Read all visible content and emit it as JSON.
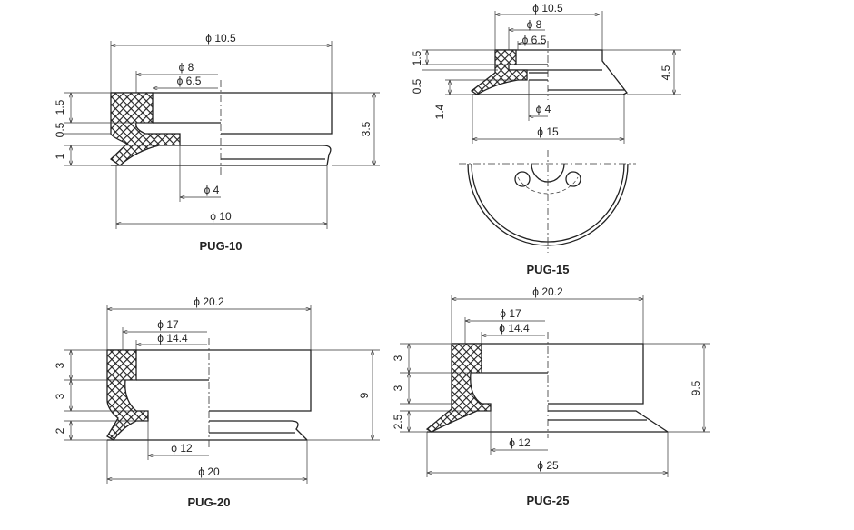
{
  "pug10": {
    "title": "PUG-10",
    "d_outer": "ϕ 10.5",
    "d_8": "ϕ 8",
    "d_65": "ϕ 6.5",
    "d_4": "ϕ 4",
    "d_10": "ϕ 10",
    "h_total": "3.5",
    "h_15": "1.5",
    "h_05": "0.5",
    "h_1": "1"
  },
  "pug15": {
    "title": "PUG-15",
    "d_outer": "ϕ 10.5",
    "d_8": "ϕ 8",
    "d_65": "ϕ 6.5",
    "d_4": "ϕ 4",
    "d_15": "ϕ 15",
    "h_total": "4.5",
    "h_15": "1.5",
    "h_05": "0.5",
    "h_14": "1.4"
  },
  "pug20": {
    "title": "PUG-20",
    "d_outer": "ϕ 20.2",
    "d_17": "ϕ 17",
    "d_144": "ϕ 14.4",
    "d_12": "ϕ 12",
    "d_20": "ϕ 20",
    "h_total": "9",
    "h_3a": "3",
    "h_3b": "3",
    "h_2": "2"
  },
  "pug25": {
    "title": "PUG-25",
    "d_outer": "ϕ 20.2",
    "d_17": "ϕ 17",
    "d_144": "ϕ 14.4",
    "d_12": "ϕ 12",
    "d_25": "ϕ 25",
    "h_total": "9.5",
    "h_3a": "3",
    "h_3b": "3",
    "h_25": "2.5"
  }
}
